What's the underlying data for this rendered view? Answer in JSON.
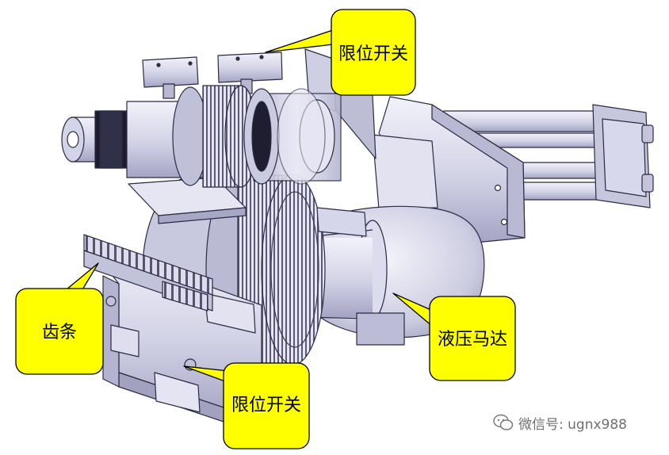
{
  "callouts": {
    "limit_switch_top": "限位开关",
    "rack": "齿条",
    "hydraulic_motor": "液压马达",
    "limit_switch_bottom": "限位开关"
  },
  "watermark": {
    "text": "微信号: ugnx988",
    "icon": "wechat-icon"
  },
  "colors": {
    "callout_fill": "#ffff00",
    "part_fill": "#d8d8ec",
    "part_dark": "#9c9cbe",
    "edge": "#2a2a44"
  }
}
